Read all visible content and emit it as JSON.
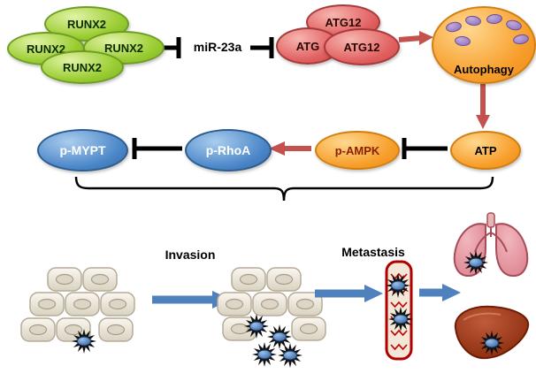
{
  "pathway": {
    "runx2_top": "RUNX2",
    "runx2_left": "RUNX2",
    "runx2_right": "RUNX2",
    "runx2_bottom": "RUNX2",
    "mir23a": "miR-23a",
    "atg12_top": "ATG12",
    "atg_left": "ATG",
    "atg12_right": "ATG12",
    "autophagy": "Autophagy",
    "atp": "ATP",
    "p_ampk": "p-AMPK",
    "p_rhoa": "p-RhoA",
    "p_mypt": "p-MYPT"
  },
  "process_labels": {
    "invasion": "Invasion",
    "metastasis": "Metastasis"
  },
  "colors": {
    "runx2_green": "#9ACD32",
    "atg_red": "#E05F5F",
    "autophagy_orange": "#F79D2A",
    "atp_orange": "#F79D2A",
    "kinase_blue": "#4A86C8",
    "autophagosome_purple": "#9B7FC4",
    "activation_arrow_red": "#C3514E",
    "inhibition_black": "#000000",
    "flow_arrow_blue": "#4F81BD",
    "cell_beige": "#EFEAE0",
    "tumor_cell_black": "#111111",
    "vessel_red": "#B00000",
    "lung_pink": "#E89AA4",
    "liver_red": "#8B2500"
  }
}
